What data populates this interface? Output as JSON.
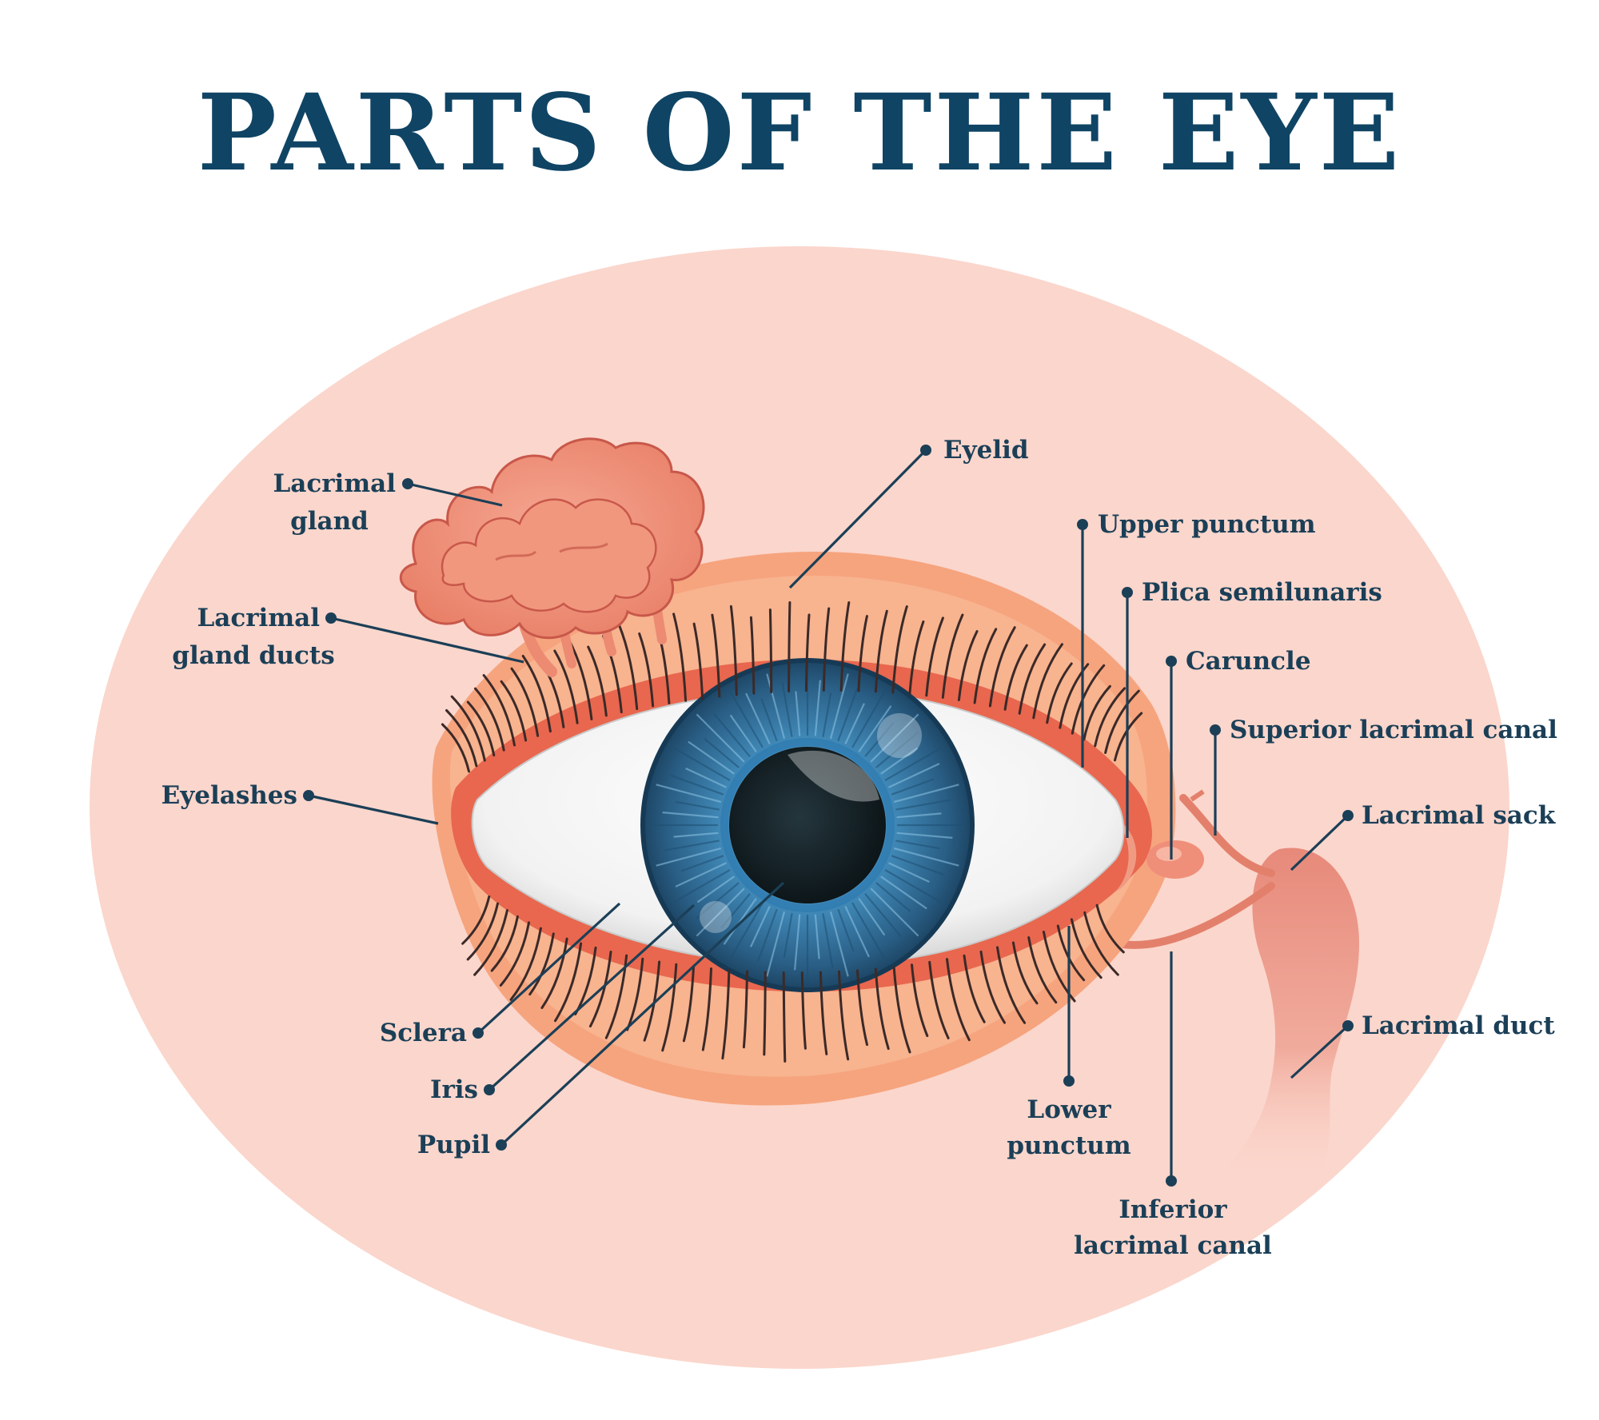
{
  "title": "PARTS OF THE EYE",
  "colors": {
    "title": "#0f4464",
    "label_text": "#1b3f57",
    "background_oval": "#fbd6cc",
    "eyelid": "#f6a47e",
    "lid_margin": "#e8674e",
    "iris": "#2e6f9b",
    "pupil": "#111d22",
    "lacrimal_gland": "#ee8f77"
  },
  "labels": {
    "lacrimal_gland": [
      "Lacrimal",
      "gland"
    ],
    "lacrimal_gland_ducts": [
      "Lacrimal",
      "gland ducts"
    ],
    "eyelashes": "Eyelashes",
    "sclera": "Sclera",
    "iris": "Iris",
    "pupil": "Pupil",
    "eyelid": "Eyelid",
    "upper_punctum": "Upper punctum",
    "plica_semilunaris": "Plica semilunaris",
    "caruncle": "Caruncle",
    "superior_lacrimal_canal": "Superior lacrimal canal",
    "lacrimal_sack": "Lacrimal sack",
    "lacrimal_duct": "Lacrimal duct",
    "lower_punctum": [
      "Lower",
      "punctum"
    ],
    "inferior_lacrimal_canal": [
      "Inferior",
      "lacrimal canal"
    ]
  }
}
